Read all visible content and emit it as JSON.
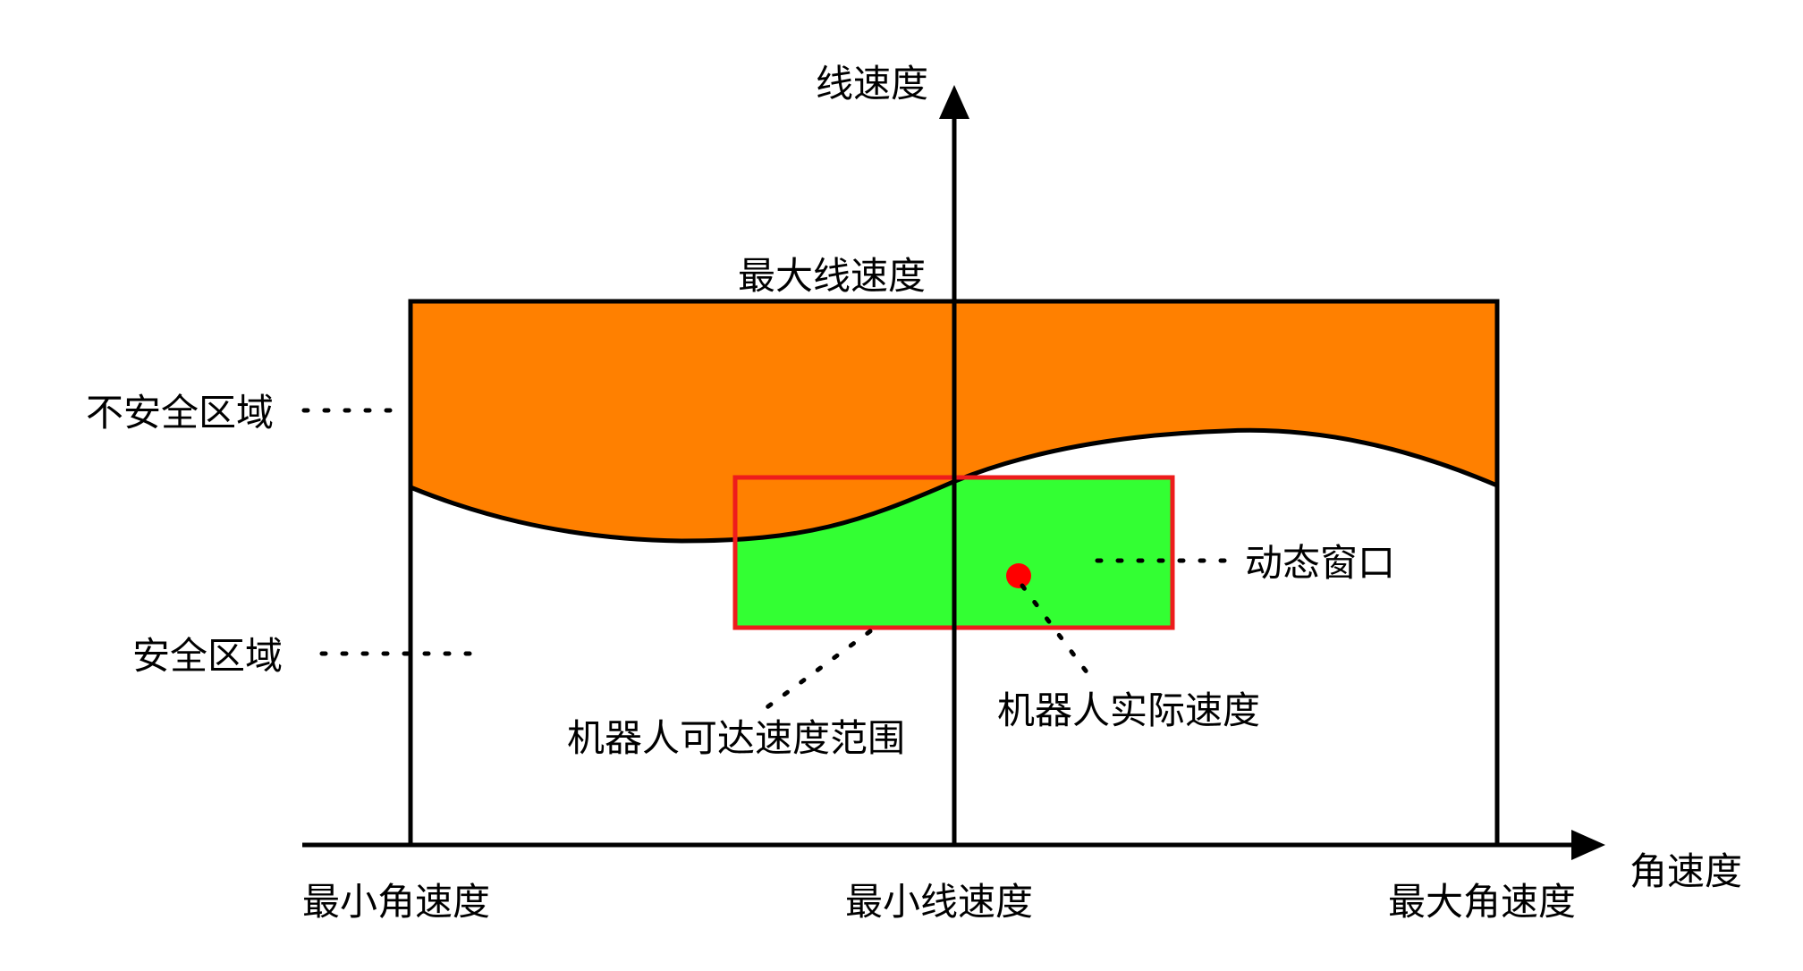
{
  "diagram": {
    "labels": {
      "y_axis": "线速度",
      "x_axis": "角速度",
      "max_linear": "最大线速度",
      "min_linear": "最小线速度",
      "min_angular": "最小角速度",
      "max_angular": "最大角速度",
      "unsafe_region": "不安全区域",
      "safe_region": "安全区域",
      "dynamic_window": "动态窗口",
      "reachable_range": "机器人可达速度范围",
      "actual_velocity": "机器人实际速度"
    },
    "colors": {
      "unsafe_fill": "#ff8000",
      "reachable_fill": "#33ff33",
      "window_border": "#ee1c1c",
      "velocity_point": "#ff0000",
      "line": "#000000",
      "background": "#ffffff"
    }
  }
}
